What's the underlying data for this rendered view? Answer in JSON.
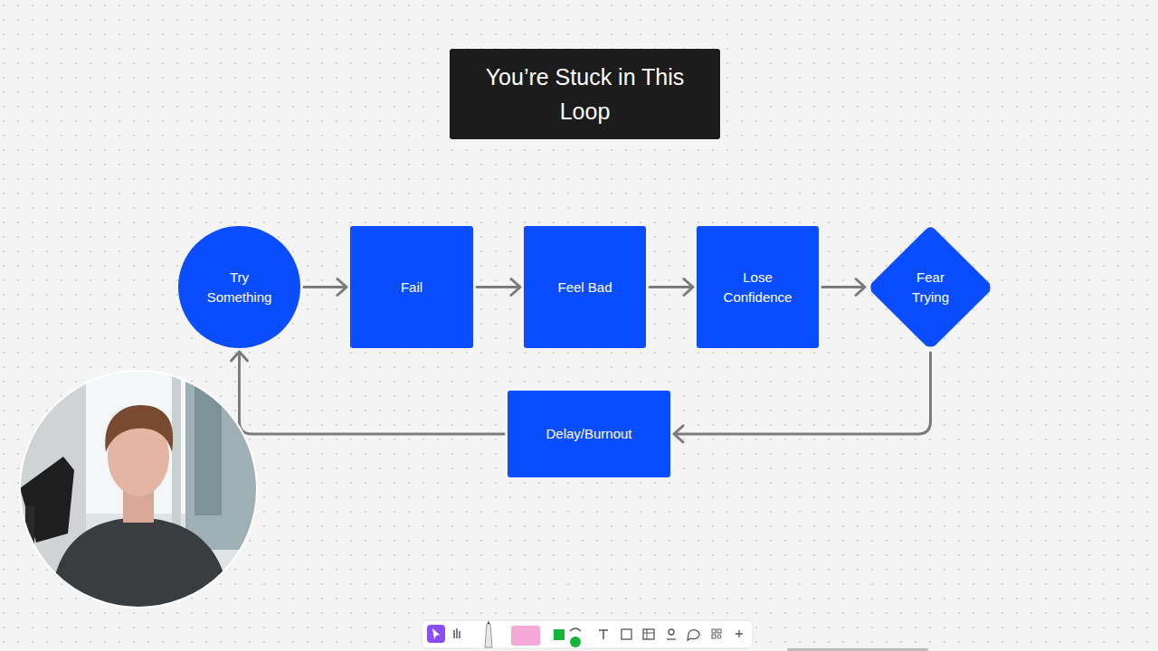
{
  "diagram": {
    "title": "You’re Stuck in This Loop",
    "nodes": [
      {
        "text": [
          "Try Something"
        ]
      },
      {
        "text": [
          "Fail"
        ]
      },
      {
        "text": [
          "Feel Bad"
        ]
      },
      {
        "text": [
          "Lose Confidence"
        ]
      },
      {
        "text": [
          "Fear Trying"
        ]
      },
      {
        "text": [
          "Delay/Burnout"
        ]
      }
    ],
    "edges": [
      {
        "from": 0,
        "to": 1,
        "arrow": "to"
      },
      {
        "from": 1,
        "to": 2,
        "arrow": "to"
      },
      {
        "from": 2,
        "to": 3,
        "arrow": "to"
      },
      {
        "from": 3,
        "to": 4,
        "arrow": "to"
      },
      {
        "from": 4,
        "to": 5,
        "arrow": "to"
      },
      {
        "from": 5,
        "to": 0,
        "arrow": "to"
      }
    ]
  }
}
